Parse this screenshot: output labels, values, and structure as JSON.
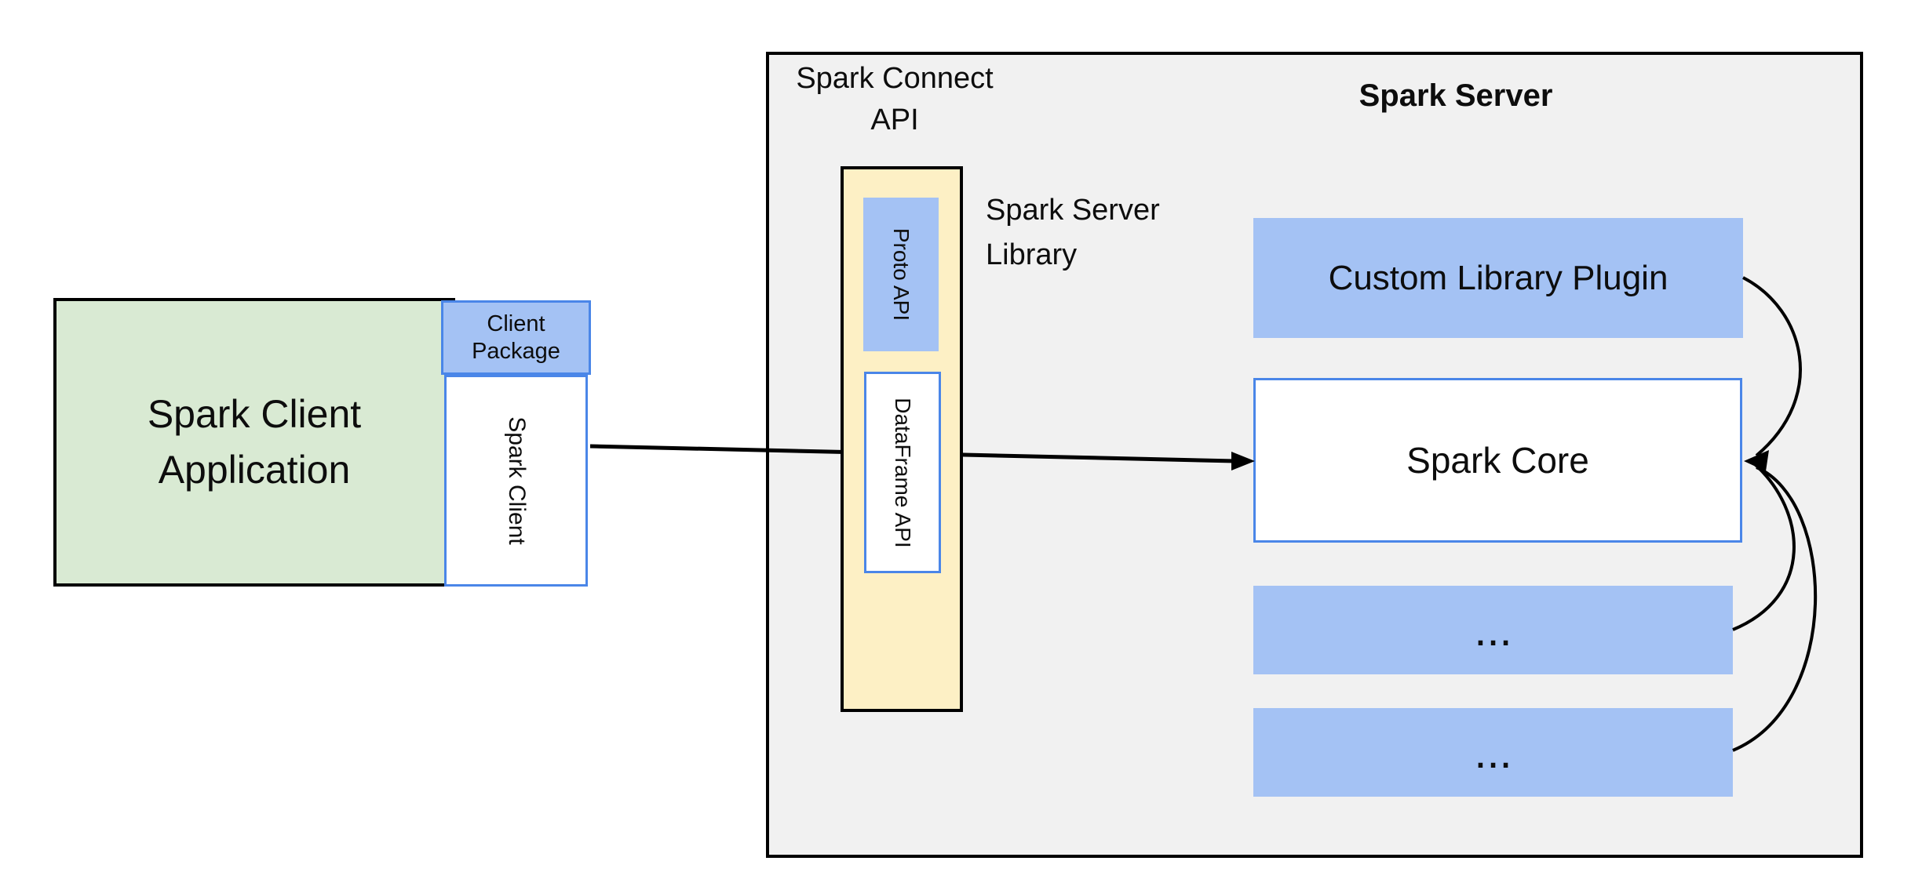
{
  "theme": {
    "canvas_bg": "#ffffff",
    "green_fill": "#d9ead3",
    "blue_fill": "#a4c2f4",
    "blue_border": "#4a86e8",
    "yellow_fill": "#fdf0c5",
    "gray_fill": "#f1f1f1",
    "line_color": "#000000",
    "text_color": "#0d0d0d"
  },
  "client": {
    "application_label": "Spark Client\nApplication",
    "package_label": "Client\nPackage",
    "spark_client_label": "Spark Client"
  },
  "server": {
    "connect_api_label": "Spark Connect\nAPI",
    "title": "Spark Server",
    "library_label": "Spark Server\nLibrary",
    "proto_api_label": "Proto API",
    "dataframe_api_label": "DataFrame API",
    "plugin_label": "Custom Library Plugin",
    "core_label": "Spark Core",
    "ellipsis_box_1_label": "...",
    "ellipsis_box_2_label": "..."
  }
}
